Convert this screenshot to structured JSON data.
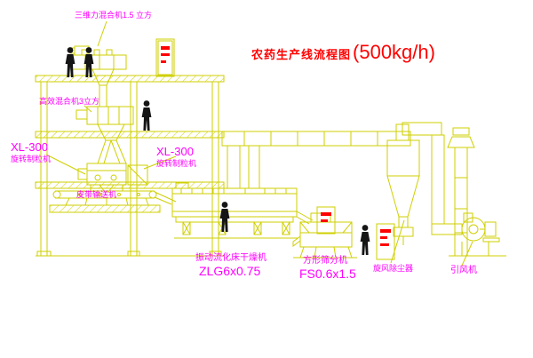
{
  "title": {
    "text": "农药生产线流程图",
    "capacity": "(500kg/h)"
  },
  "labels": {
    "mixer_top": "三维力混合机1.5 立方",
    "mixer_mid": "高效混合机3立方",
    "granulator_left_model": "XL-300",
    "granulator_left_name": "旋转制粒机",
    "granulator_center_model": "XL-300",
    "granulator_center_name": "旋转制粒机",
    "belt_conveyor": "皮带输送机",
    "dryer_name": "振动流化床干燥机",
    "dryer_model": "ZLG6x0.75",
    "sieve_name": "方形筛分机",
    "sieve_model": "FS0.6x1.5",
    "dust_collector": "旋风除尘器",
    "fan": "引风机"
  },
  "colors": {
    "line": "#cfcf00",
    "label": "#ff00ff",
    "title": "#ff0000",
    "figure": "#151515"
  }
}
